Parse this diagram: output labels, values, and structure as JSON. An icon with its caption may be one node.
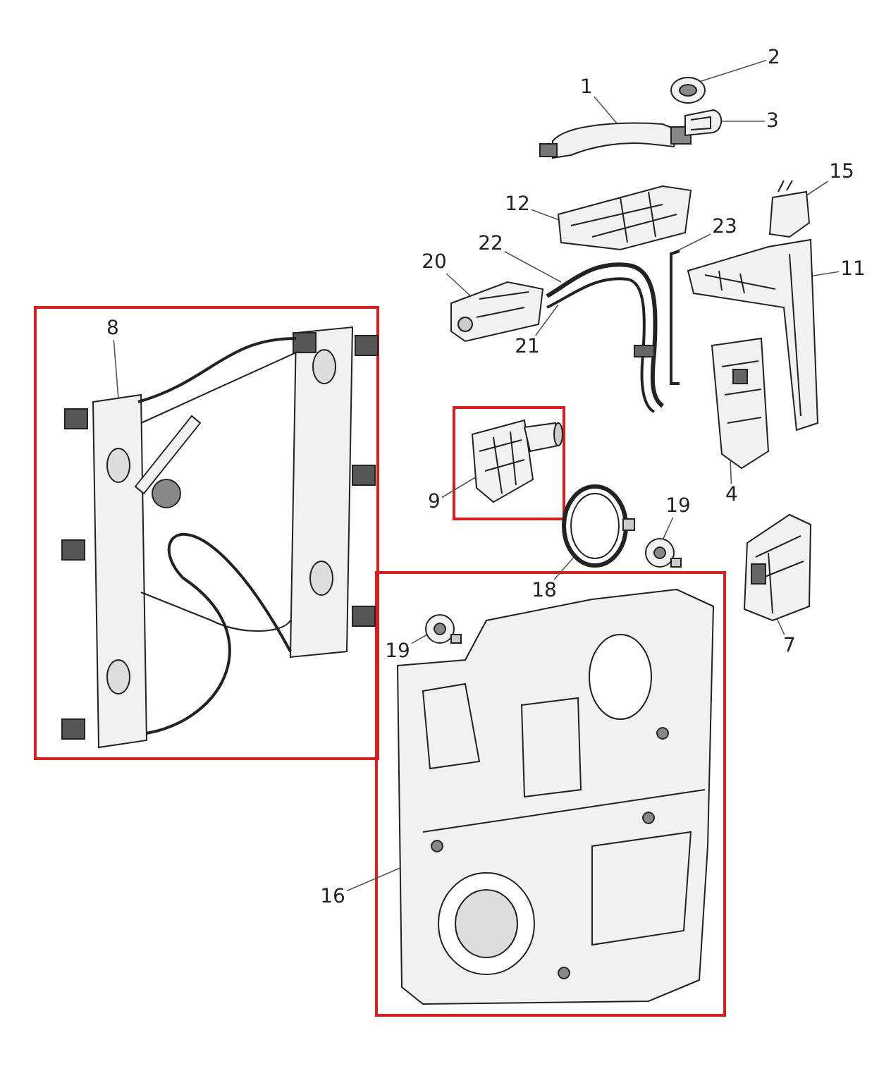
{
  "diagram": {
    "nodes": [
      {
        "text": [
          "2"
        ]
      },
      {
        "text": [],
        "shape": "picture"
      },
      {
        "text": [
          "1"
        ]
      },
      {
        "text": [],
        "shape": "picture"
      },
      {
        "text": [
          "3"
        ]
      },
      {
        "text": [],
        "shape": "picture"
      },
      {
        "text": [
          "15"
        ]
      },
      {
        "text": [],
        "shape": "picture"
      },
      {
        "text": [
          "12"
        ]
      },
      {
        "text": [],
        "shape": "picture"
      },
      {
        "text": [
          "23"
        ]
      },
      {
        "text": [],
        "shape": "picture"
      },
      {
        "text": [
          "11"
        ]
      },
      {
        "text": [],
        "shape": "picture"
      },
      {
        "text": [
          "22"
        ]
      },
      {
        "text": [],
        "shape": "picture"
      },
      {
        "text": [
          "20"
        ]
      },
      {
        "text": [],
        "shape": "picture"
      },
      {
        "text": [
          "21"
        ]
      },
      {
        "text": [
          "8"
        ]
      },
      {
        "text": [],
        "shape": "picture"
      },
      {
        "text": [
          "9"
        ]
      },
      {
        "text": [],
        "shape": "picture"
      },
      {
        "text": [
          "4"
        ]
      },
      {
        "text": [],
        "shape": "picture"
      },
      {
        "text": [
          "19"
        ]
      },
      {
        "text": [],
        "shape": "picture"
      },
      {
        "text": [
          "18"
        ]
      },
      {
        "text": [],
        "shape": "picture"
      },
      {
        "text": [
          "7"
        ]
      },
      {
        "text": [],
        "shape": "picture"
      },
      {
        "text": [
          "19"
        ]
      },
      {
        "text": [],
        "shape": "picture"
      },
      {
        "text": [
          "16"
        ]
      },
      {
        "text": [],
        "shape": "picture"
      }
    ],
    "edges": [
      {
        "from": 0,
        "to": 1,
        "arrow": "none"
      },
      {
        "from": 2,
        "to": 3,
        "arrow": "none"
      },
      {
        "from": 4,
        "to": 5,
        "arrow": "none"
      },
      {
        "from": 6,
        "to": 7,
        "arrow": "none"
      },
      {
        "from": 8,
        "to": 9,
        "arrow": "none"
      },
      {
        "from": 10,
        "to": 11,
        "arrow": "none"
      },
      {
        "from": 12,
        "to": 13,
        "arrow": "none"
      },
      {
        "from": 14,
        "to": 15,
        "arrow": "none"
      },
      {
        "from": 16,
        "to": 17,
        "arrow": "none"
      },
      {
        "from": 18,
        "to": 15,
        "arrow": "none"
      },
      {
        "from": 19,
        "to": 20,
        "arrow": "none"
      },
      {
        "from": 21,
        "to": 22,
        "arrow": "none"
      },
      {
        "from": 23,
        "to": 24,
        "arrow": "none"
      },
      {
        "from": 25,
        "to": 26,
        "arrow": "none"
      },
      {
        "from": 27,
        "to": 28,
        "arrow": "none"
      },
      {
        "from": 29,
        "to": 30,
        "arrow": "none"
      },
      {
        "from": 31,
        "to": 32,
        "arrow": "none"
      },
      {
        "from": 33,
        "to": 34,
        "arrow": "none"
      }
    ]
  }
}
